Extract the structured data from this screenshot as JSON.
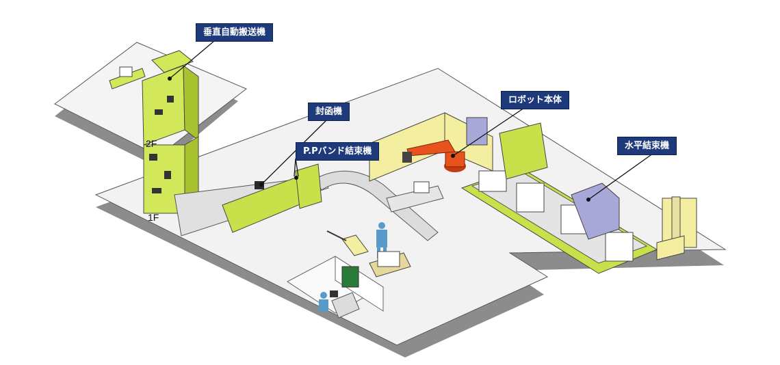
{
  "callouts": {
    "vertical_conveyor": "垂直自動搬送機",
    "case_sealer": "封函機",
    "pp_band_strapper": "P.Pバンド結束機",
    "robot_body": "ロボット本体",
    "horizontal_strapper": "水平結束機"
  },
  "floors": {
    "upper": "2F",
    "lower": "1F"
  },
  "colors": {
    "callout_bg": "#1f3a7a",
    "machine_green": "#c8e04a",
    "floor_gray": "#f2f2f2",
    "robot_orange": "#e8521c",
    "strapper_violet": "#a8a8d8",
    "forklift_yellow": "#f4eea0",
    "worker_blue": "#5a9ac8"
  }
}
